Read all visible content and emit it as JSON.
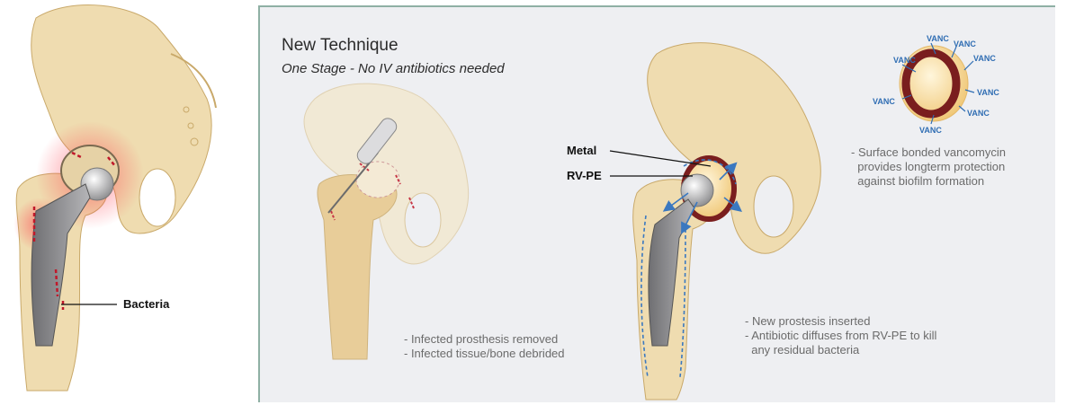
{
  "heading": {
    "title": "New Technique",
    "subtitle": "One Stage - No IV antibiotics needed"
  },
  "labels": {
    "bacteria": "Bacteria",
    "metal": "Metal",
    "rvpe": "RV-PE"
  },
  "vanc_label": "VANC",
  "captions": {
    "removed": "- Infected prosthesis removed",
    "debrided": "- Infected tissue/bone debrided",
    "inserted": "- New prostesis inserted",
    "diffuses_1": "- Antibiotic diffuses from RV-PE to kill",
    "diffuses_2": "  any residual bacteria",
    "surface_1": "- Surface bonded vancomycin",
    "surface_2": "  provides longterm protection",
    "surface_3": "  against biofilm formation"
  },
  "colors": {
    "bone": "#efdcb0",
    "bone_shade": "#e3c58d",
    "infection": "#e03040",
    "metal": "#9a9a9c",
    "rvpe_ring": "#7a1e1e",
    "arrow": "#3a78c0",
    "panel_border": "#8fb0a4"
  }
}
